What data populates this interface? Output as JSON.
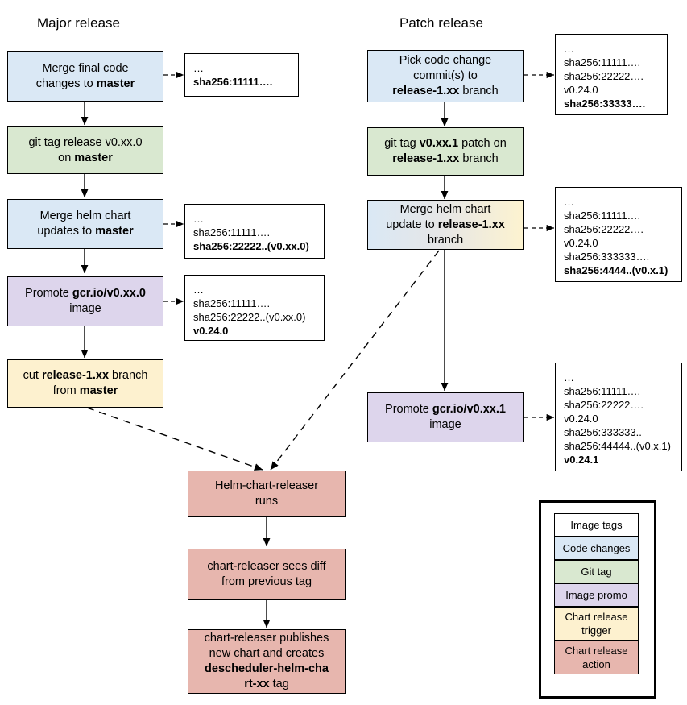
{
  "titles": {
    "major": "Major release",
    "patch": "Patch release"
  },
  "colors": {
    "code_changes": "#dae8f5",
    "git_tag": "#d9e8d0",
    "image_promo": "#ddd5ec",
    "chart_release_trigger": "#fdf1cf",
    "chart_release_action": "#e7b6ae",
    "image_tags": "#ffffff",
    "stroke": "#000000"
  },
  "major": {
    "n1": {
      "line1": "Merge final code",
      "line2_pre": "changes to ",
      "line2_bold": "master"
    },
    "n2": {
      "line1": "git tag release v0.xx.0",
      "line2_pre": "on ",
      "line2_bold": "master"
    },
    "n3": {
      "line1": "Merge helm chart",
      "line2_pre": "updates to ",
      "line2_bold": "master"
    },
    "n4": {
      "line1_pre": "Promote ",
      "line1_bold": "gcr.io/v0.xx.0",
      "line2": "image"
    },
    "n5": {
      "line1_pre": "cut ",
      "line1_bold": "release-1.xx",
      "line1_post": " branch",
      "line2_pre": "from ",
      "line2_bold": "master"
    },
    "tags1": {
      "lines": [
        "…",
        "sha256:11111…."
      ],
      "bold": [
        false,
        true
      ]
    },
    "tags2": {
      "lines": [
        "…",
        "sha256:11111….",
        "sha256:22222..(v0.xx.0)"
      ],
      "bold": [
        false,
        false,
        true
      ]
    },
    "tags3": {
      "lines": [
        "…",
        "sha256:11111….",
        "sha256:22222..(v0.xx.0)",
        "v0.24.0"
      ],
      "bold": [
        false,
        false,
        false,
        true
      ]
    }
  },
  "patch": {
    "n1": {
      "line1": "Pick code change",
      "line2": "commit(s) to",
      "line3_bold": "release-1.xx",
      "line3_post": " branch"
    },
    "n2": {
      "line1_pre": "git tag ",
      "line1_bold": "v0.xx.1",
      "line1_post": " patch on",
      "line2_bold": "release-1.xx",
      "line2_post": " branch"
    },
    "n3": {
      "line1": "Merge helm chart",
      "line2_pre": "update to ",
      "line2_bold": "release-1.xx",
      "line3": "branch"
    },
    "n4": {
      "line1_pre": "Promote ",
      "line1_bold": "gcr.io/v0.xx.1",
      "line2": "image"
    },
    "tags1": {
      "lines": [
        "…",
        "sha256:11111….",
        "sha256:22222….",
        "v0.24.0",
        "sha256:33333…."
      ],
      "bold": [
        false,
        false,
        false,
        false,
        true
      ]
    },
    "tags2": {
      "lines": [
        "…",
        "sha256:11111….",
        "sha256:22222….",
        "v0.24.0",
        "sha256:333333….",
        "sha256:4444..(v0.x.1)"
      ],
      "bold": [
        false,
        false,
        false,
        false,
        false,
        true
      ]
    },
    "tags3": {
      "lines": [
        "…",
        "sha256:11111….",
        "sha256:22222….",
        "v0.24.0",
        "sha256:333333..",
        "sha256:44444..(v0.x.1)",
        "v0.24.1"
      ],
      "bold": [
        false,
        false,
        false,
        false,
        false,
        false,
        true
      ]
    }
  },
  "releaser": {
    "n1": {
      "line1": "Helm-chart-releaser",
      "line2": "runs"
    },
    "n2": {
      "line1": "chart-releaser sees diff",
      "line2": "from previous tag"
    },
    "n3": {
      "line1": "chart-releaser publishes",
      "line2": "new chart and creates",
      "line3_bold": "descheduler-helm-cha",
      "line4_bold": "rt-xx",
      "line4_post": " tag"
    }
  },
  "legend": {
    "items": [
      {
        "label": "Image tags",
        "swatch": "#ffffff"
      },
      {
        "label": "Code changes",
        "swatch": "#dae8f5"
      },
      {
        "label": "Git tag",
        "swatch": "#d9e8d0"
      },
      {
        "label": "Image promo",
        "swatch": "#ddd5ec"
      },
      {
        "label": "Chart release trigger",
        "swatch": "#fdf1cf"
      },
      {
        "label": "Chart release action",
        "swatch": "#e7b6ae"
      }
    ]
  }
}
